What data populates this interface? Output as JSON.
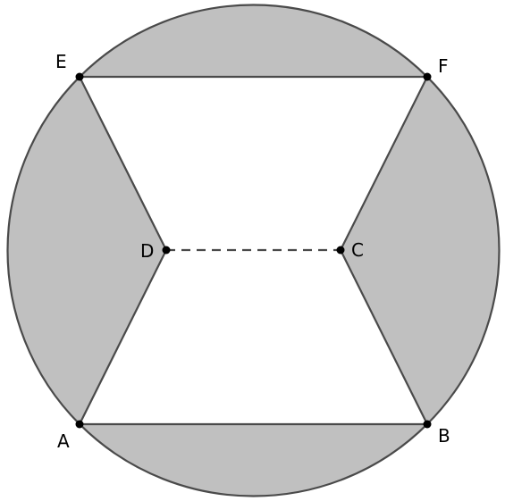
{
  "diagram": {
    "points": [
      {
        "id": "A",
        "label": "A"
      },
      {
        "id": "B",
        "label": "B"
      },
      {
        "id": "C",
        "label": "C"
      },
      {
        "id": "D",
        "label": "D"
      },
      {
        "id": "E",
        "label": "E"
      },
      {
        "id": "F",
        "label": "F"
      }
    ],
    "segments": [
      {
        "from": "E",
        "to": "F",
        "style": "solid"
      },
      {
        "from": "A",
        "to": "B",
        "style": "solid"
      },
      {
        "from": "E",
        "to": "D",
        "style": "solid"
      },
      {
        "from": "D",
        "to": "A",
        "style": "solid"
      },
      {
        "from": "F",
        "to": "C",
        "style": "solid"
      },
      {
        "from": "C",
        "to": "B",
        "style": "solid"
      },
      {
        "from": "D",
        "to": "C",
        "style": "dashed"
      }
    ],
    "shaded_regions": [
      "top-segment",
      "bottom-segment",
      "left-region",
      "right-region"
    ],
    "colors": {
      "shade": "#c0c0c0",
      "stroke": "#4a4a4a",
      "point": "#000000",
      "background": "#ffffff"
    }
  }
}
